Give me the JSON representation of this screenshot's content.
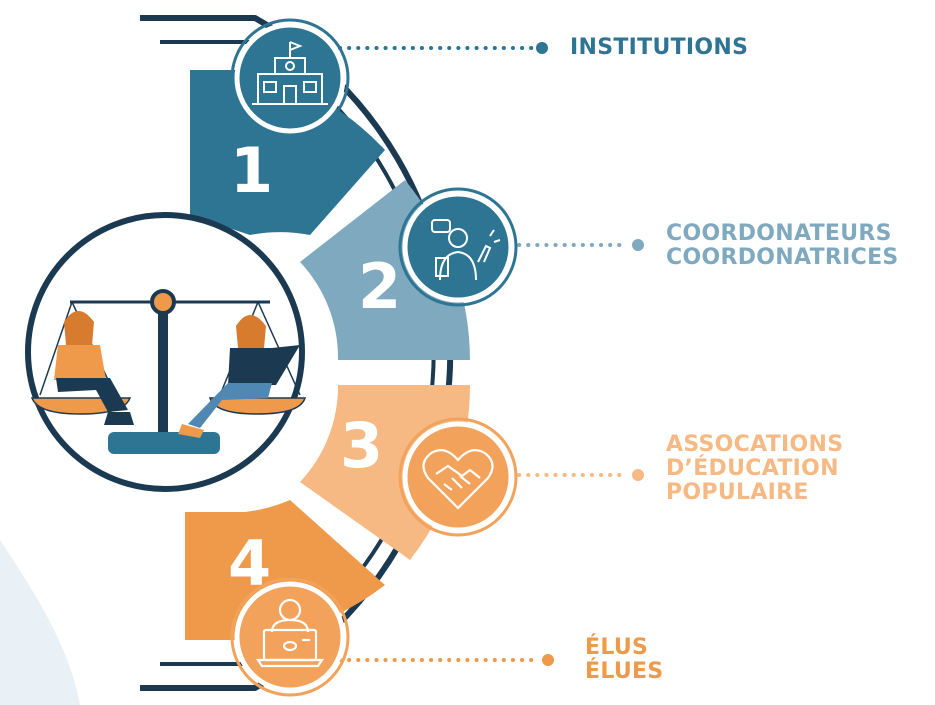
{
  "colors": {
    "navy": "#1b3a52",
    "teal": "#2e7594",
    "light_blue": "#7fa9bf",
    "peach": "#f7b983",
    "orange": "#ee9a4a",
    "ring_orange": "#f2a25a",
    "pale_bg": "#e9f1f6"
  },
  "segments": [
    {
      "number": "1",
      "icon": "school-building-icon",
      "label_lines": [
        "INSTITUTIONS"
      ],
      "color": "#2e7594"
    },
    {
      "number": "2",
      "icon": "coordinator-person-icon",
      "label_lines": [
        "COORDONATEURS",
        "COORDONATRICES"
      ],
      "color": "#7fa9bf"
    },
    {
      "number": "3",
      "icon": "heart-handshake-icon",
      "label_lines": [
        "ASSOCATIONS",
        "D’ÉDUCATION",
        "POPULAIRE"
      ],
      "color": "#f7b983"
    },
    {
      "number": "4",
      "icon": "laptop-user-icon",
      "label_lines": [
        "ÉLUS",
        "ÉLUES"
      ],
      "color": "#ee9a4a"
    }
  ],
  "hub": {
    "icon": "balance-scale-women-icon"
  }
}
